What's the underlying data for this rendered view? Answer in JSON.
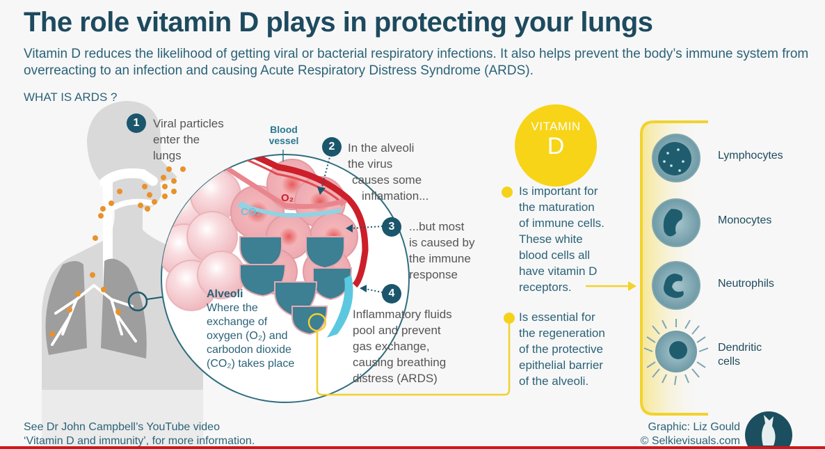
{
  "header": {
    "title": "The role vitamin D plays in protecting your lungs",
    "subtitle": "Vitamin D reduces the likelihood of getting viral or bacterial respiratory infections. It also helps prevent the body’s immune system from overreacting to an infection and causing Acute Respiratory Distress Syndrome (ARDS).",
    "section_label": "WHAT IS ARDS ?"
  },
  "steps": [
    {
      "number": "1",
      "text_lines": [
        "Viral particles",
        "enter the",
        "lungs"
      ]
    },
    {
      "number": "2",
      "text_lines": [
        "In the alveoli",
        "the virus",
        "causes some",
        "inflamation..."
      ]
    },
    {
      "number": "3",
      "text_lines": [
        "...but most",
        "is caused by",
        "the immune",
        "response"
      ]
    },
    {
      "number": "4",
      "text_lines": [
        "Inflammatory fluids",
        "pool and prevent",
        "gas exchange,",
        "causing breathing",
        "distress (ARDS)"
      ]
    }
  ],
  "diagram_labels": {
    "blood_vessel": [
      "Blood",
      "vessel"
    ],
    "o2": "O₂",
    "co2": "CO₂",
    "alveoli_title": "Alveoli",
    "alveoli_desc": [
      "Where the",
      "exchange of",
      "oxygen (O₂) and",
      "carbodon dioxide",
      "(CO₂) takes place"
    ]
  },
  "vitamin_d": {
    "badge_line1": "VITAMIN",
    "badge_line2": "D",
    "points": [
      {
        "lines": [
          "Is important for",
          "the maturation",
          "of immune cells.",
          "These white",
          "blood cells all",
          "have vitamin D",
          "receptors."
        ]
      },
      {
        "lines": [
          "Is essential for",
          "the regeneration",
          "of the protective",
          "epithelial barrier",
          "of the alveoli."
        ]
      }
    ]
  },
  "immune_cells": [
    {
      "name": "Lymphocytes",
      "icon": "lymphocyte-icon"
    },
    {
      "name": "Monocytes",
      "icon": "monocyte-icon"
    },
    {
      "name": "Neutrophils",
      "icon": "neutrophil-icon"
    },
    {
      "name": "Dendritic\ncells",
      "icon": "dendritic-cell-icon",
      "lines": [
        "Dendritic",
        "cells"
      ]
    }
  ],
  "footer": {
    "left_line1": "See Dr John Campbell’s YouTube video",
    "left_line2": "‘Vitamin D and immunity’, for more information.",
    "credit_line1": "Graphic: Liz Gould",
    "credit_line2": "© Selkievisuals.com"
  },
  "colors": {
    "title": "#1d4a5e",
    "teal": "#2a6277",
    "yellow": "#f5d21a",
    "blood_red": "#cc1f2a",
    "alveoli_pink": "#f2c4c8",
    "fluid_teal": "#3d7f93",
    "orange_particle": "#e8922a"
  }
}
